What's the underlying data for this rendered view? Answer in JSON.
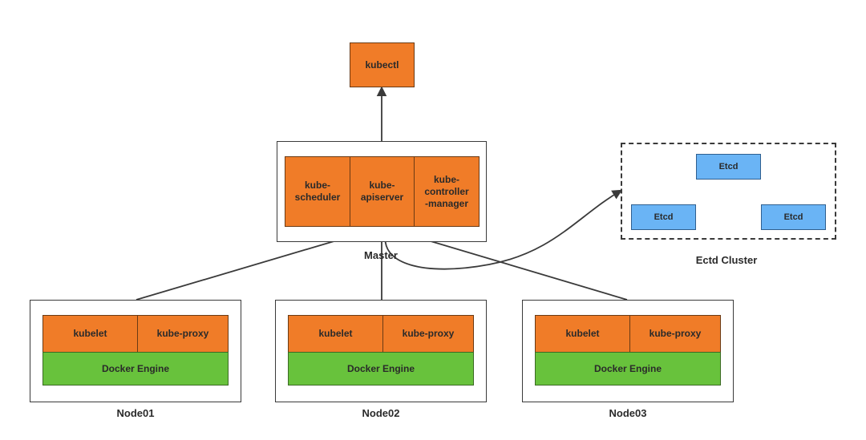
{
  "kubectl": {
    "label": "kubectl"
  },
  "master": {
    "caption": "Master",
    "components": [
      {
        "label": "kube-\nscheduler"
      },
      {
        "label": "kube-\napiserver"
      },
      {
        "label": "kube-\ncontroller\n-manager"
      }
    ]
  },
  "etcd_cluster": {
    "caption": "Ectd Cluster",
    "nodes": [
      {
        "label": "Etcd"
      },
      {
        "label": "Etcd"
      },
      {
        "label": "Etcd"
      }
    ]
  },
  "nodes": [
    {
      "caption": "Node01",
      "kubelet": "kubelet",
      "proxy": "kube-proxy",
      "engine": "Docker Engine"
    },
    {
      "caption": "Node02",
      "kubelet": "kubelet",
      "proxy": "kube-proxy",
      "engine": "Docker Engine"
    },
    {
      "caption": "Node03",
      "kubelet": "kubelet",
      "proxy": "kube-proxy",
      "engine": "Docker Engine"
    }
  ],
  "colors": {
    "component": "#f07c28",
    "engine": "#68c23c",
    "etcd": "#6ab4f5",
    "line": "#3a3a3a"
  }
}
